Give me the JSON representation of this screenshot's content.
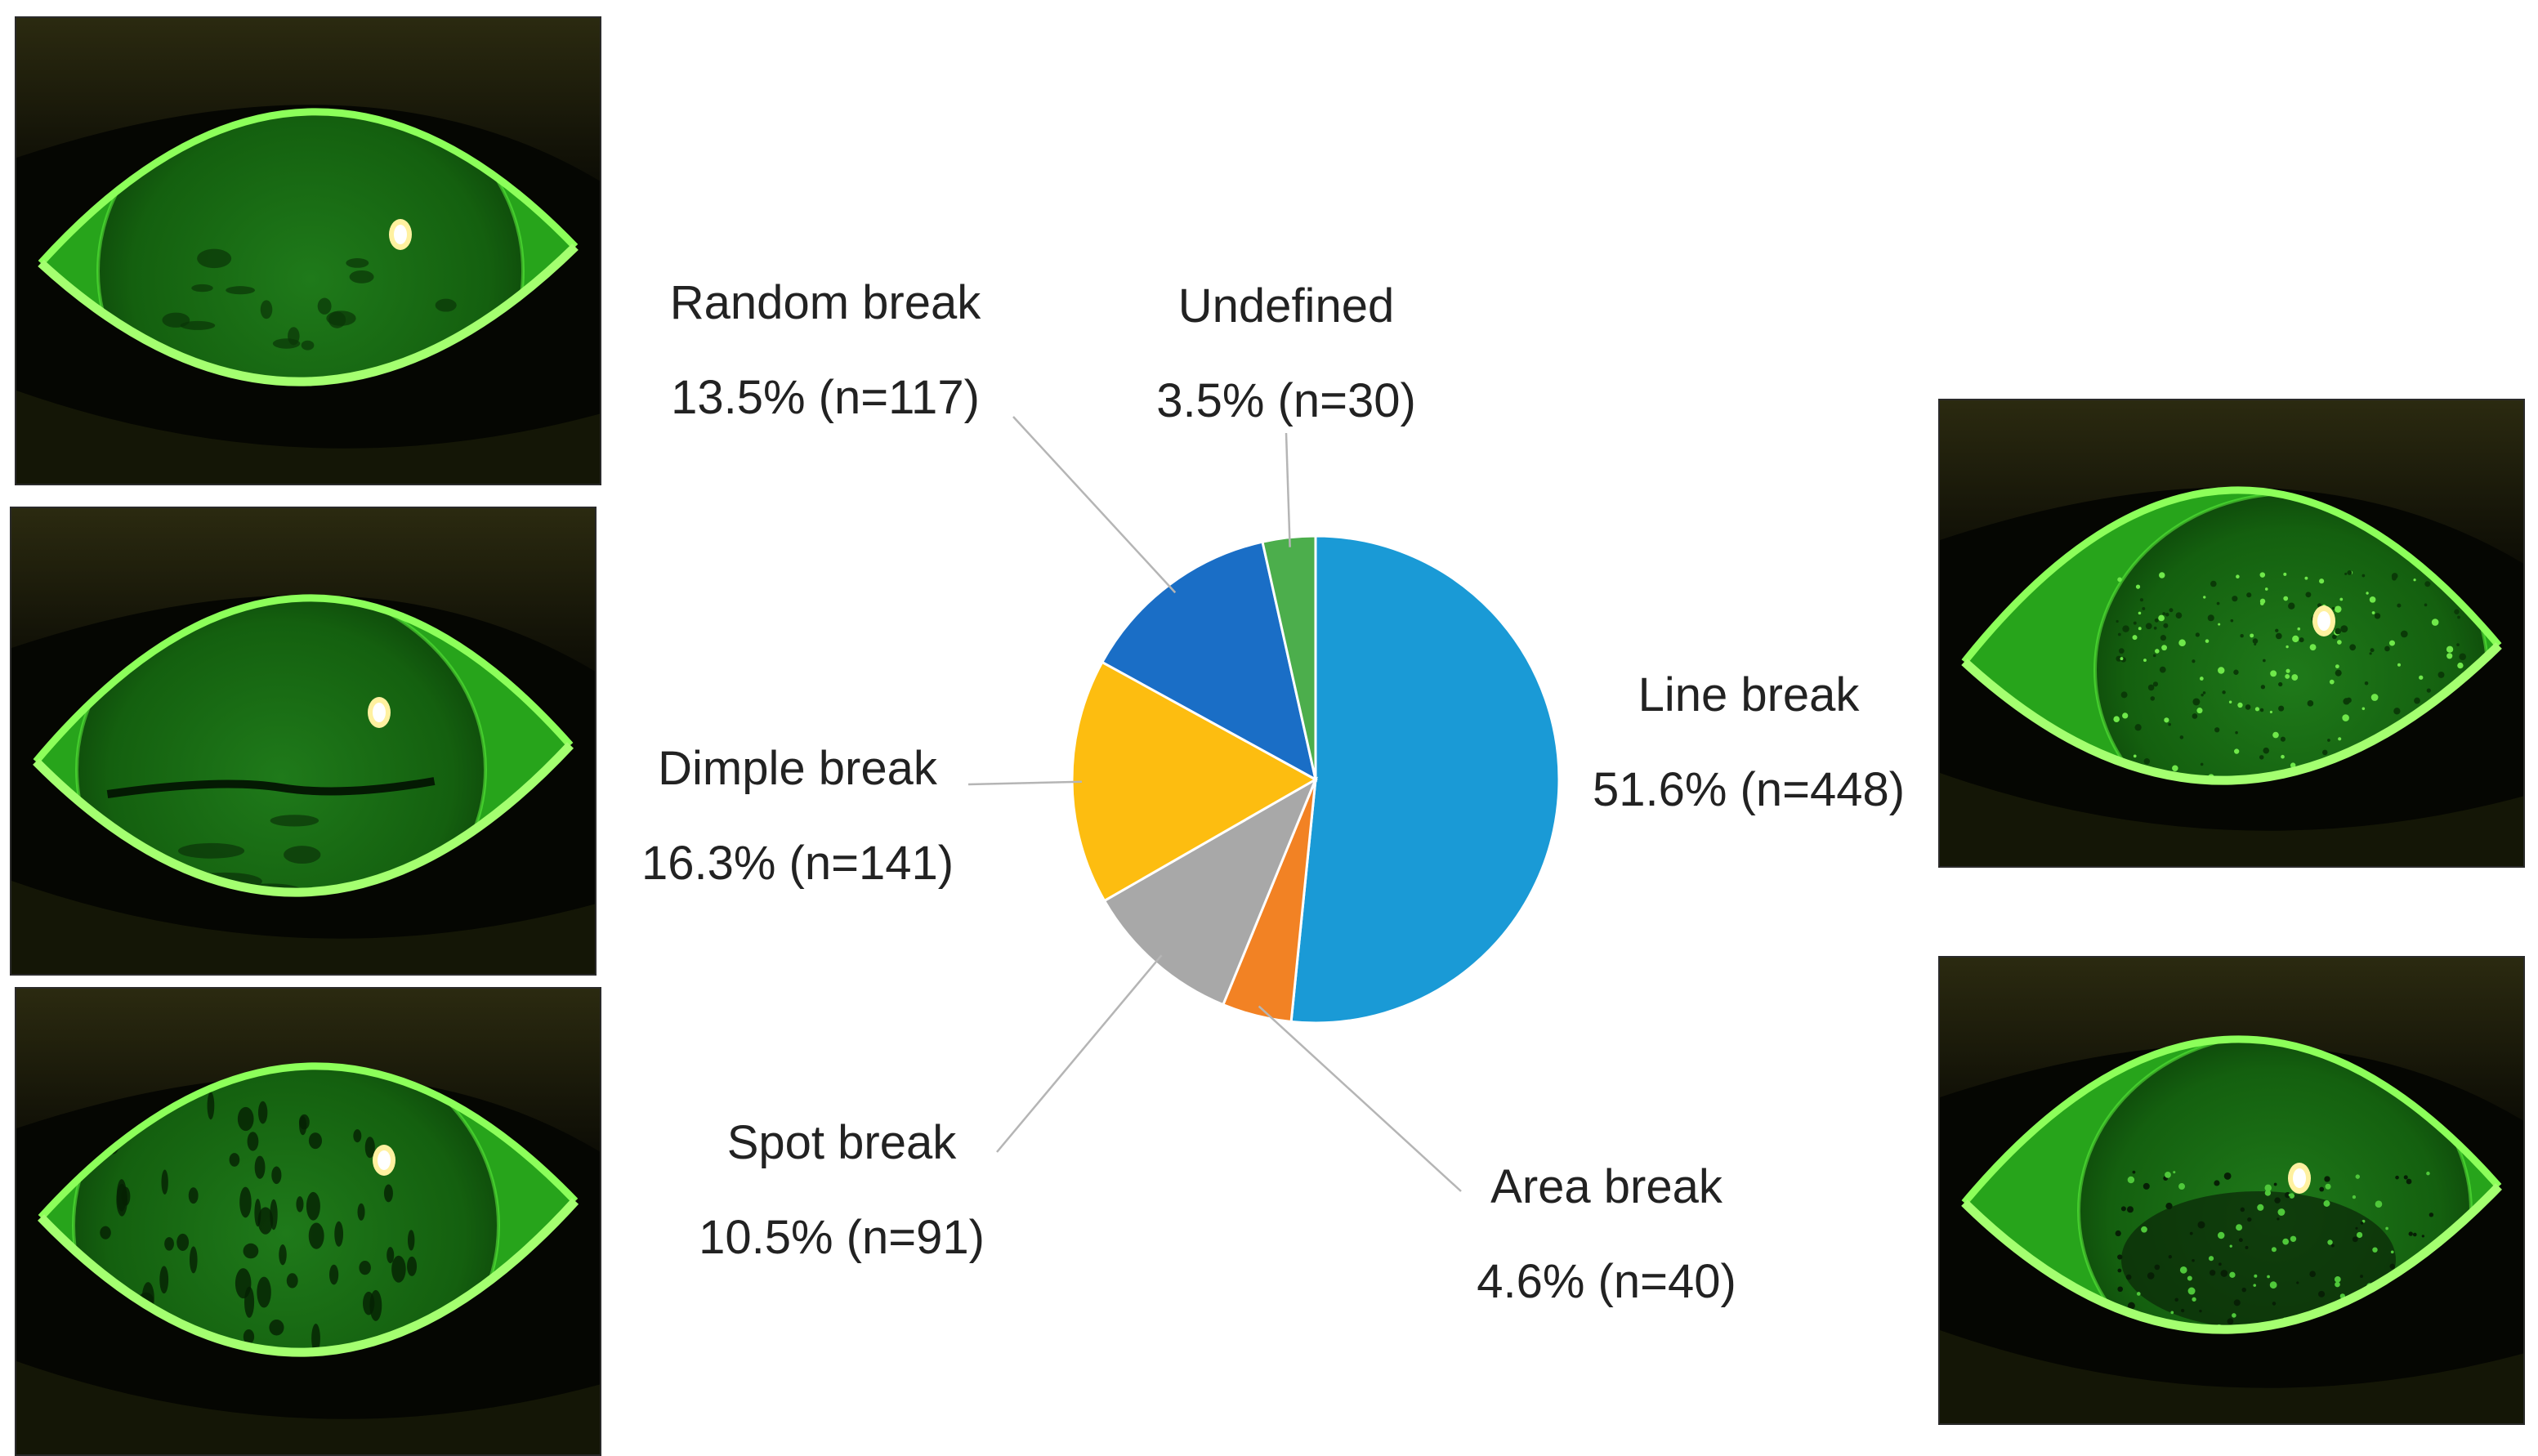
{
  "chart_data": {
    "type": "pie",
    "start_angle_deg": 0,
    "direction": "clockwise",
    "slices": [
      {
        "label": "Line break",
        "value_text": "51.6% (n=448)",
        "percent": 51.6,
        "n": 448,
        "color": "#1a9ad6"
      },
      {
        "label": "Area break",
        "value_text": "4.6% (n=40)",
        "percent": 4.6,
        "n": 40,
        "color": "#f28224"
      },
      {
        "label": "Spot break",
        "value_text": "10.5% (n=91)",
        "percent": 10.5,
        "n": 91,
        "color": "#a8a8a8"
      },
      {
        "label": "Dimple break",
        "value_text": "16.3% (n=141)",
        "percent": 16.3,
        "n": 141,
        "color": "#fdbd10"
      },
      {
        "label": "Random break",
        "value_text": "13.5% (n=117)",
        "percent": 13.5,
        "n": 117,
        "color": "#1a6ec6"
      },
      {
        "label": "Undefined",
        "value_text": "3.5% (n=30)",
        "percent": 3.5,
        "n": 30,
        "color": "#4cae4c"
      }
    ]
  },
  "photos": [
    {
      "name": "eye-photo-random-break",
      "pattern": "random-dark-patches"
    },
    {
      "name": "eye-photo-dimple-break",
      "pattern": "horizontal-dark-line"
    },
    {
      "name": "eye-photo-spot-break",
      "pattern": "scattered-dark-spots"
    },
    {
      "name": "eye-photo-line-break",
      "pattern": "fine-speckle"
    },
    {
      "name": "eye-photo-area-break",
      "pattern": "dark-area"
    }
  ]
}
